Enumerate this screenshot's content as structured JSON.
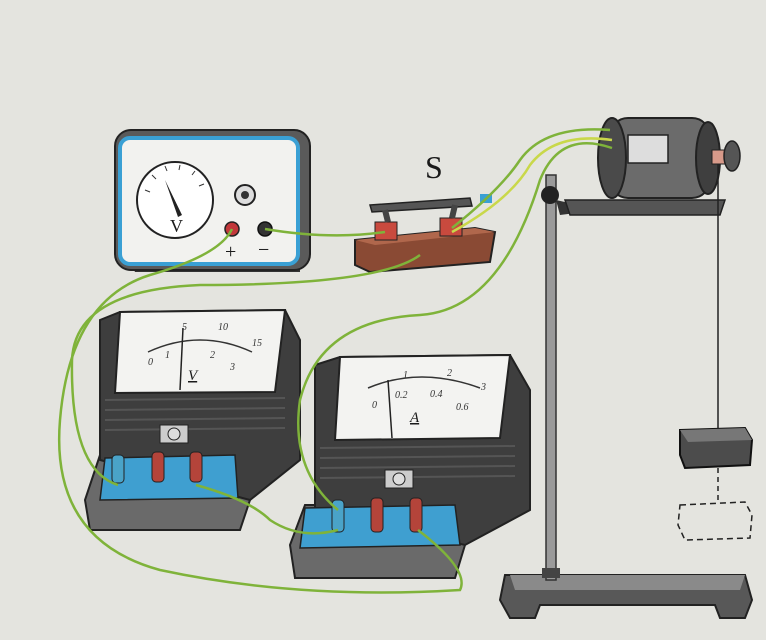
{
  "switch": {
    "label": "S"
  },
  "power_supply": {
    "dial_label": "V",
    "plus_label": "+",
    "minus_label": "−"
  },
  "voltmeter": {
    "unit_label": "V",
    "top_scale": [
      "0",
      "5",
      "10",
      "15"
    ],
    "bottom_scale": [
      "1",
      "2",
      "3"
    ],
    "needle_fraction": 0.33
  },
  "ammeter": {
    "unit_label": "A",
    "top_scale": [
      "1",
      "2",
      "3"
    ],
    "bottom_scale": [
      "0",
      "0.2",
      "0.4",
      "0.6"
    ],
    "needle_fraction": 0.12
  },
  "colors": {
    "wire": "#7fb33a",
    "wire_light": "#c9d84a",
    "terminal_red": "#b4443a",
    "terminal_blue": "#4aa3c8",
    "board_blue": "#3f9fd0",
    "switch_base": "#8a4a34"
  }
}
